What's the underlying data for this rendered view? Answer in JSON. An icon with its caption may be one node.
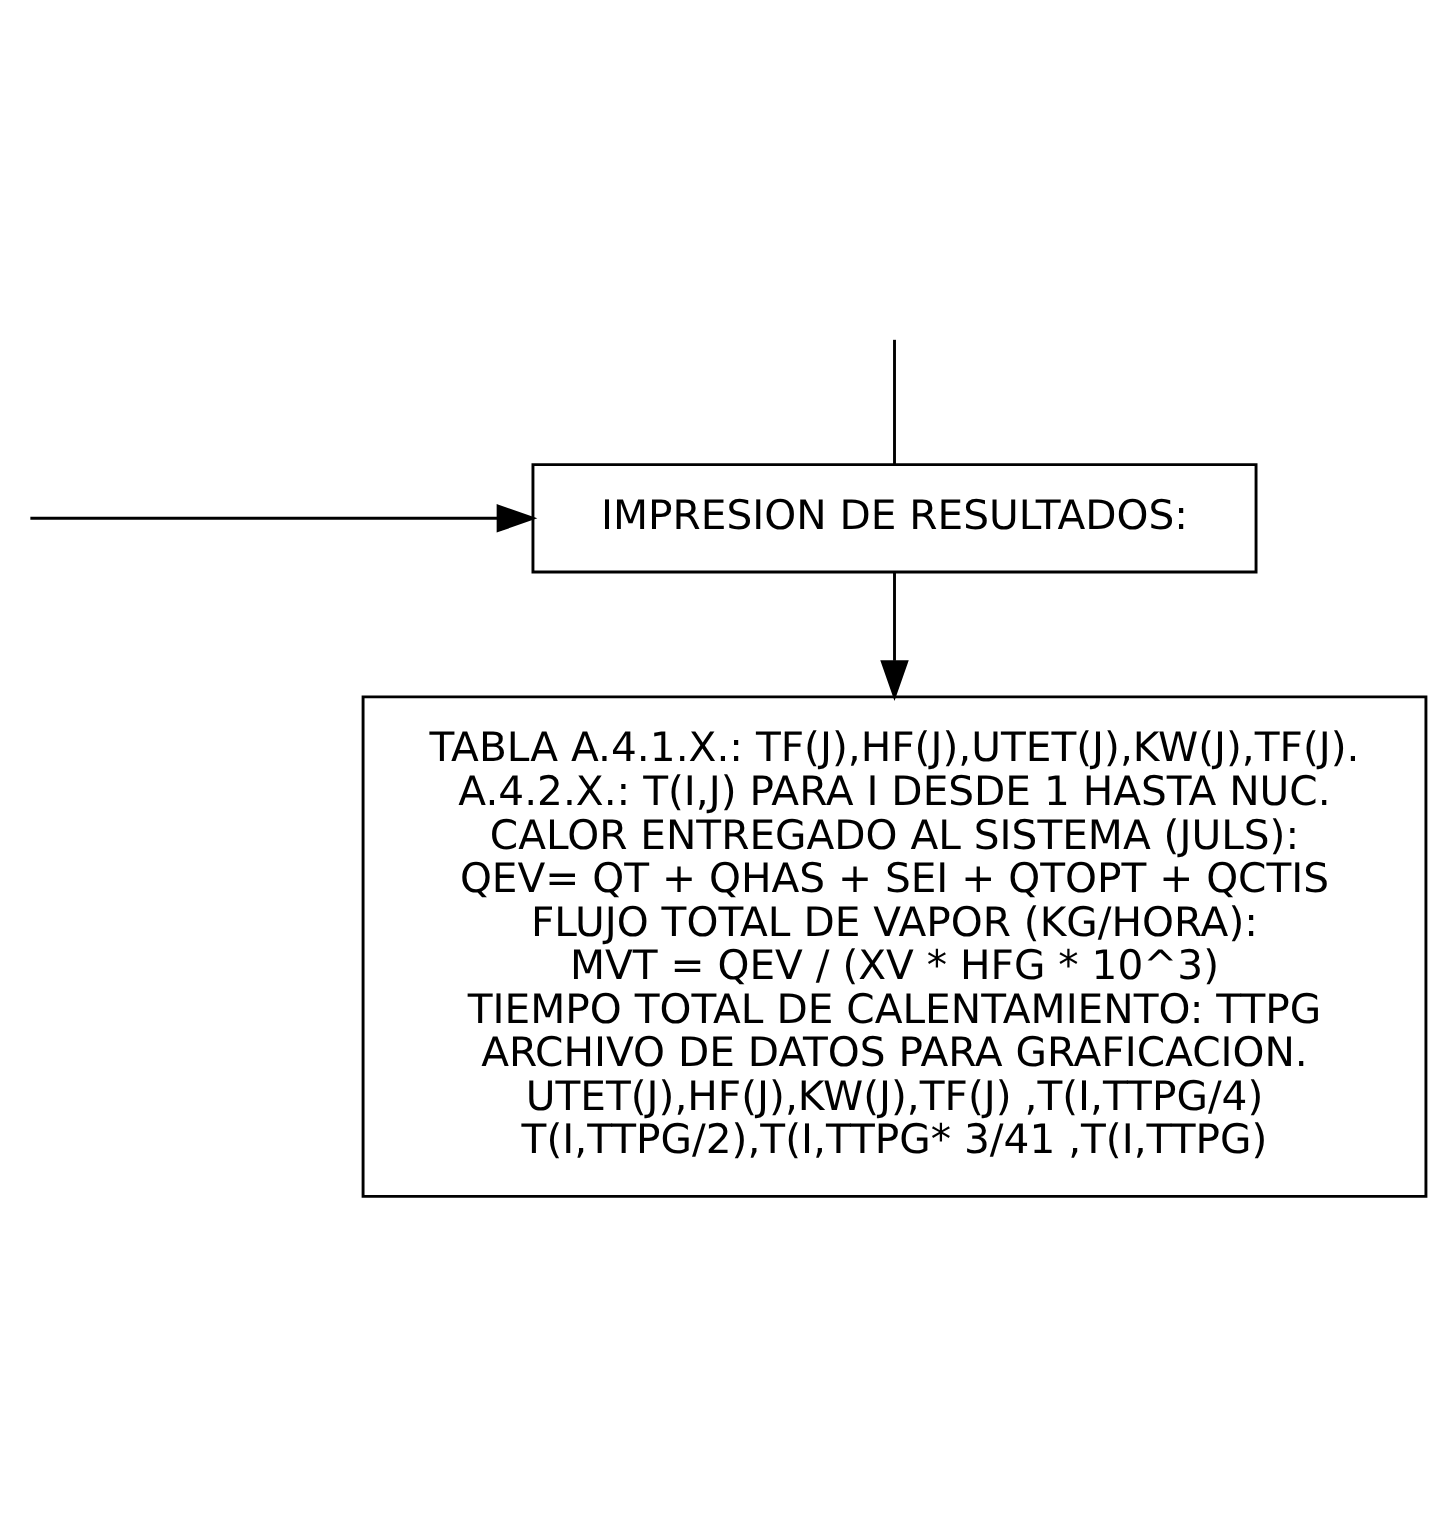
{
  "diagram": {
    "nodes": [
      {
        "text": [
          "IMPRESION DE RESULTADOS:"
        ]
      },
      {
        "text": [
          "TABLA A.4.1.X.: TF(J),HF(J),UTET(J),KW(J),TF(J).",
          "A.4.2.X.: T(I,J) PARA I DESDE 1 HASTA NUC.",
          "CALOR ENTREGADO AL SISTEMA (JULS):",
          "QEV= QT + QHAS + SEI + QTOPT + QCTIS",
          "FLUJO TOTAL DE VAPOR (KG/HORA):",
          "MVT = QEV / (XV * HFG * 10^3)",
          "TIEMPO TOTAL DE CALENTAMIENTO: TTPG",
          "ARCHIVO DE DATOS PARA GRAFICACION.",
          "UTET(J),HF(J),KW(J),TF(J) ,T(I,TTPG/4)",
          "T(I,TTPG/2),T(I,TTPG* 3/41 ,T(I,TTPG)"
        ]
      }
    ],
    "edges": [
      {
        "from": null,
        "to": 0,
        "arrow": "to"
      },
      {
        "from": null,
        "to": 0,
        "arrow": "none"
      },
      {
        "from": 0,
        "to": 1,
        "arrow": "to"
      }
    ]
  }
}
